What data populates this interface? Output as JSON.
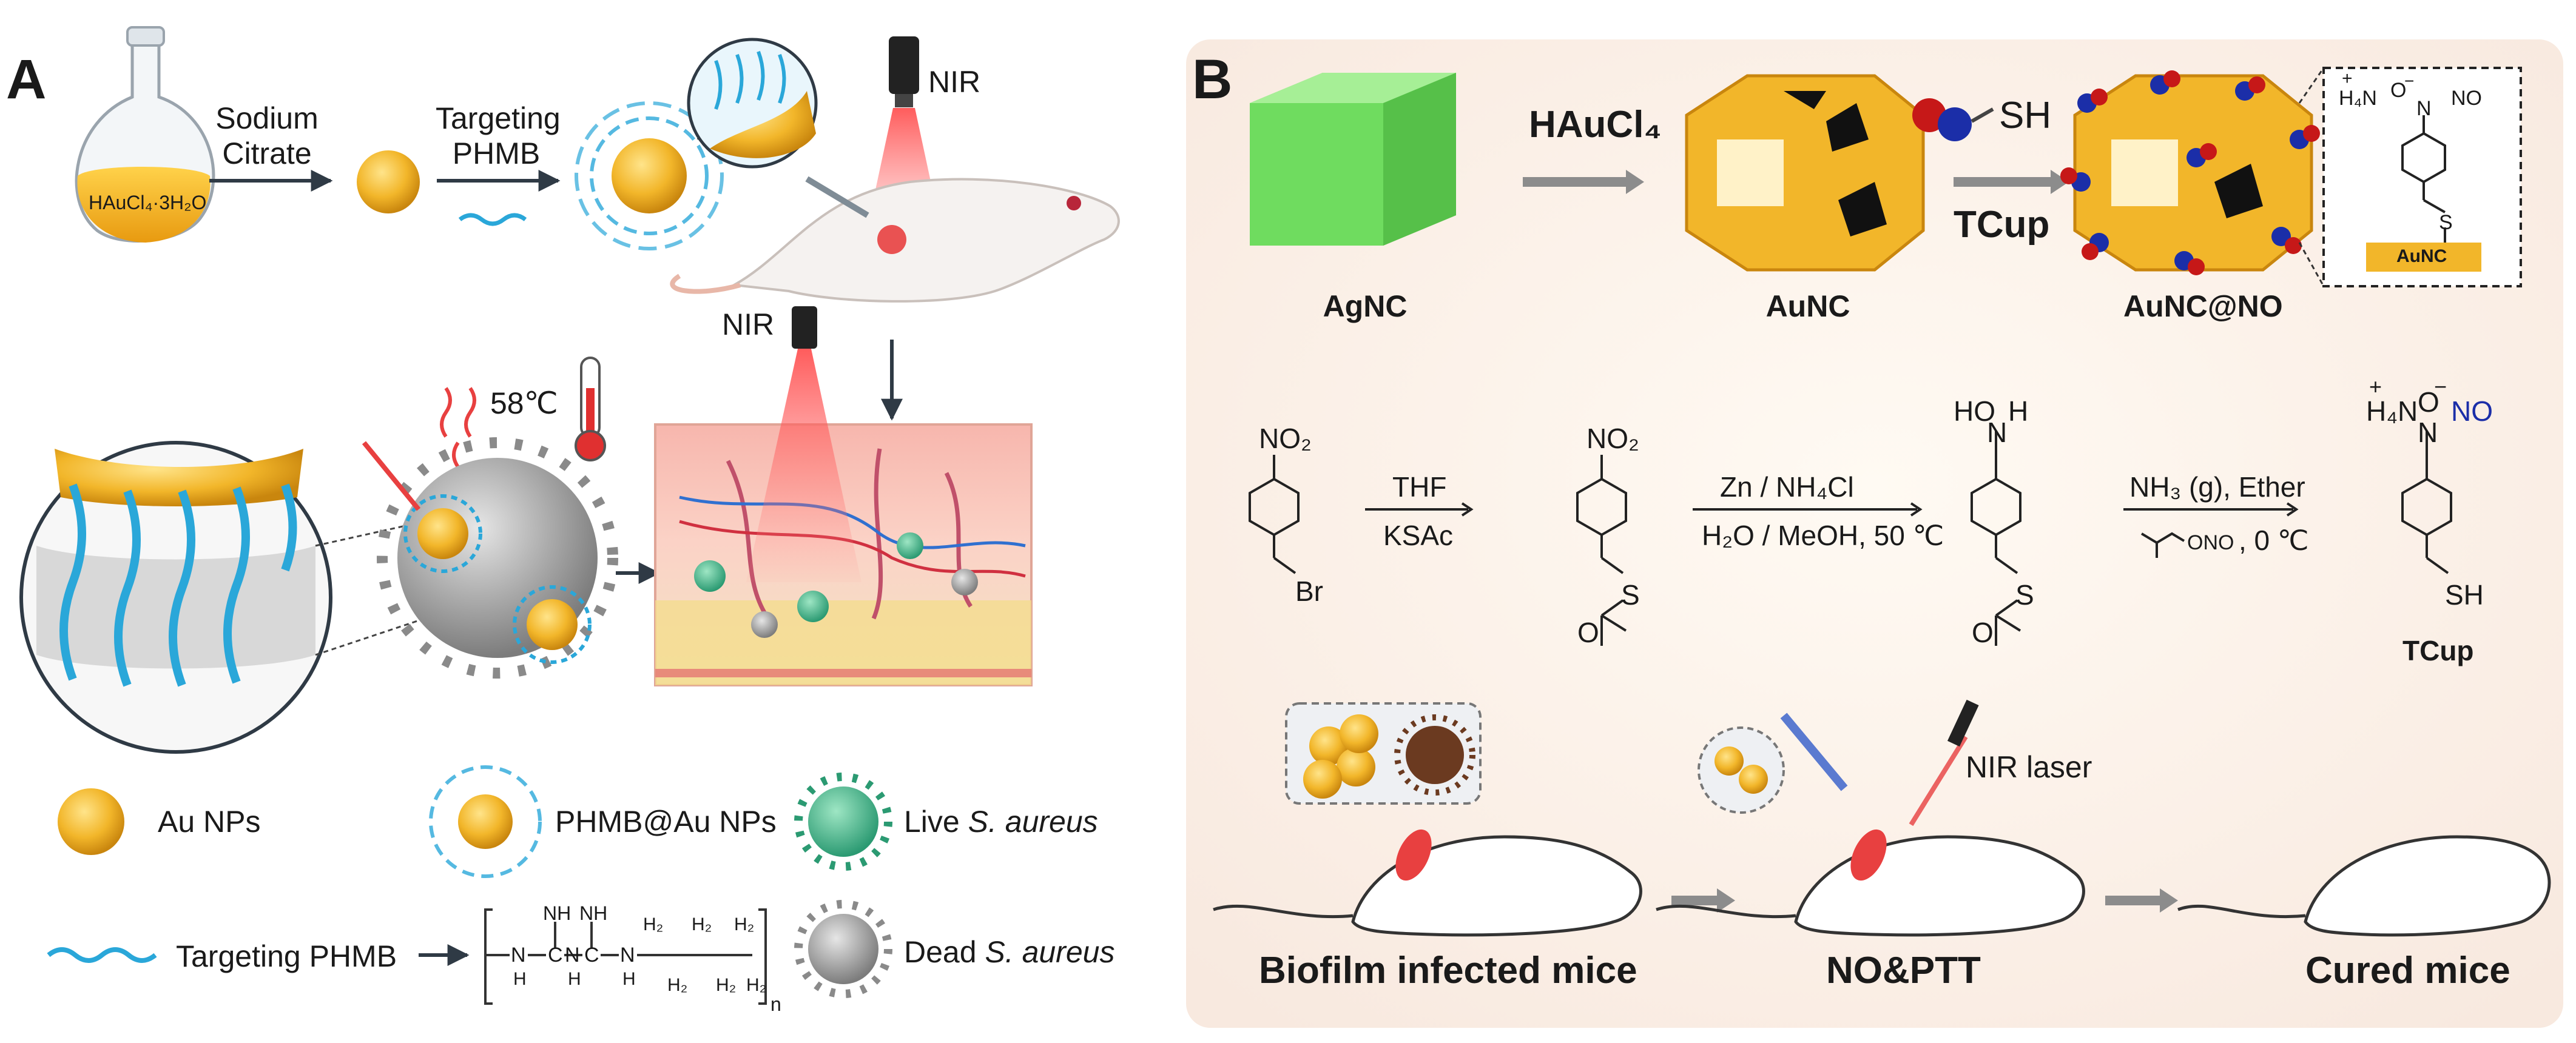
{
  "panel_a": {
    "label": "A",
    "flask_label": "HAuCl₄·3H₂O",
    "step1_line1": "Sodium",
    "step1_line2": "Citrate",
    "step2_line1": "Targeting",
    "step2_line2": "PHMB",
    "nir_top": "NIR",
    "nir_skin": "NIR",
    "temperature": "58℃",
    "legend": {
      "au_nps": "Au NPs",
      "phmb_au_nps": "PHMB@Au NPs",
      "live_prefix": "Live ",
      "live_species": "S. aureus",
      "dead_prefix": "Dead ",
      "dead_species": "S. aureus",
      "targeting_phmb": "Targeting PHMB"
    },
    "polymer": {
      "nh_top_1": "NH",
      "nh_top_2": "NH",
      "n_1": "N",
      "c_1": "C",
      "n_2": "N",
      "c_2": "C",
      "n_3": "N",
      "h2_1": "H₂",
      "h2_2": "H₂",
      "h2_3": "H₂",
      "h2_4": "H₂",
      "h2_5": "H₂",
      "h2_6": "H₂",
      "h_1": "H",
      "h_2": "H",
      "h_3": "H",
      "n_sub": "n"
    }
  },
  "panel_b": {
    "label": "B",
    "reagent_1": "HAuCl₄",
    "reagent_sh": "SH",
    "reagent_2": "TCup",
    "agnc": "AgNC",
    "aunc": "AuNC",
    "aunc_no": "AuNC@NO",
    "inset": {
      "amm": "H₄N",
      "plus": "+",
      "o_minus": "O",
      "minus": "−",
      "n": "N",
      "no": "NO",
      "s": "S",
      "aunc_tag": "AuNC"
    },
    "synthesis": {
      "no2_a": "NO₂",
      "br": "Br",
      "thf": "THF",
      "ksac": "KSAc",
      "no2_b": "NO₂",
      "s_b": "S",
      "o_b": "O",
      "zn": "Zn / NH₄Cl",
      "solvent": "H₂O / MeOH, 50 ℃",
      "ho": "HO",
      "n_h": "N",
      "h_h": "H",
      "s_c": "S",
      "o_c": "O",
      "nh3": "NH₃ (g), Ether",
      "ono": "ONO",
      "cold": ", 0 ℃",
      "amm": "H₄N",
      "plus": "+",
      "o_minus": "O",
      "minus": "−",
      "n": "N",
      "no": "NO",
      "sh": "SH",
      "product": "TCup"
    },
    "mice": {
      "laser": "NIR laser",
      "infected": "Biofilm infected mice",
      "treatment": "NO&PTT",
      "cured": "Cured mice"
    }
  },
  "colors": {
    "gold": "#f2b62a",
    "phmb_blue": "#2aa7d9",
    "live_green": "#3fb58c",
    "dead_gray": "#9a9a9a",
    "agnc_green": "#7de06e",
    "laser_red": "#e84040",
    "no_red": "#e02020",
    "no_blue": "#2040c0",
    "arrow_gray": "#8c8c8c"
  }
}
